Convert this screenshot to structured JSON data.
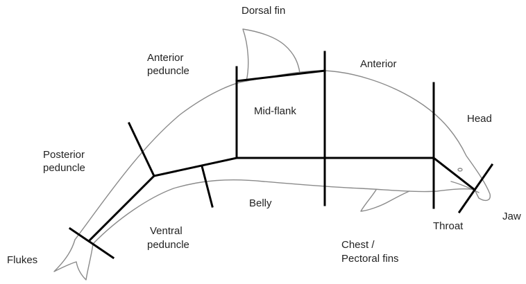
{
  "labels": {
    "dorsal_fin": "Dorsal fin",
    "anterior_peduncle_1": "Anterior",
    "anterior_peduncle_2": "peduncle",
    "anterior": "Anterior",
    "mid_flank": "Mid-flank",
    "head": "Head",
    "posterior_peduncle_1": "Posterior",
    "posterior_peduncle_2": "peduncle",
    "belly": "Belly",
    "ventral_peduncle_1": "Ventral",
    "ventral_peduncle_2": "peduncle",
    "chest_1": "Chest /",
    "chest_2": "Pectoral fins",
    "throat": "Throat",
    "jaw": "Jaw",
    "flukes": "Flukes"
  },
  "colors": {
    "outline": "#8a8a8a",
    "segments": "#000000",
    "text": "#222222"
  }
}
